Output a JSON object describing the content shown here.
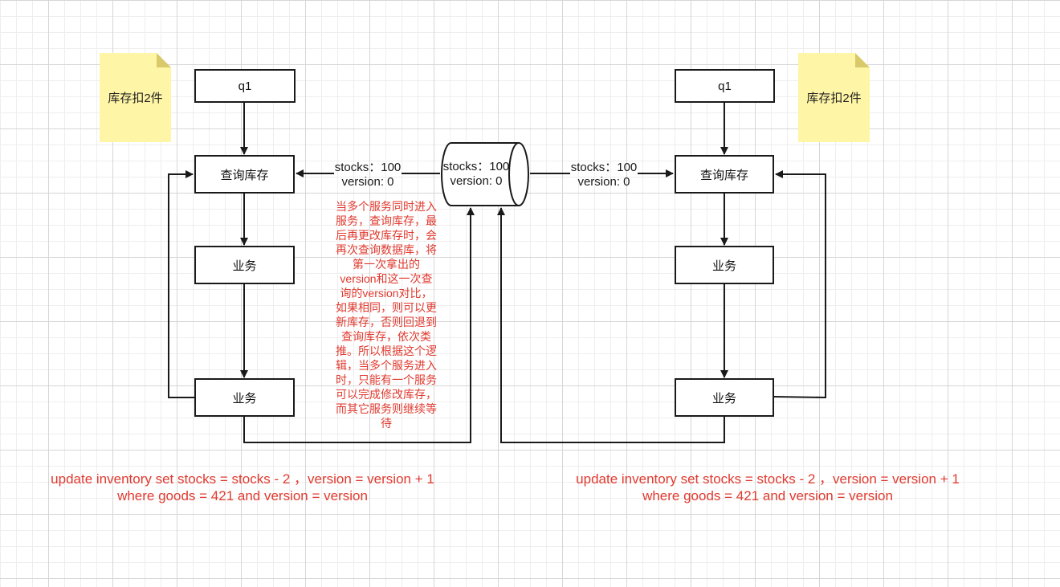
{
  "left": {
    "note": "库存扣2件",
    "q1": "q1",
    "query": "查询库存",
    "biz1": "业务",
    "biz2": "业务",
    "stocks_label": "stocks：100\nversion: 0",
    "sql": "update inventory set stocks = stocks - 2 ，version = version + 1\nwhere goods = 421 and version = version"
  },
  "right": {
    "note": "库存扣2件",
    "q1": "q1",
    "query": "查询库存",
    "biz1": "业务",
    "biz2": "业务",
    "stocks_label": "stocks：100\nversion: 0",
    "sql": "update inventory set stocks = stocks - 2 ，version = version + 1\nwhere goods = 421 and version = version"
  },
  "database": {
    "label": "stocks：100\nversion: 0"
  },
  "explanation": "当多个服务同时进入\n服务，查询库存，最\n后再更改库存时，会\n再次查询数据库，将\n第一次拿出的\nversion和这一次查\n询的version对比，\n如果相同，则可以更\n新库存，否则回退到\n查询库存，依次类\n推。所以根据这个逻\n辑，当多个服务进入\n时，只能有一个服务\n可以完成修改库存，\n而其它服务则继续等\n待",
  "colors": {
    "stroke": "#1a1a1a",
    "note_fill": "#fff5a6",
    "annotation_red": "#e03a2f"
  }
}
